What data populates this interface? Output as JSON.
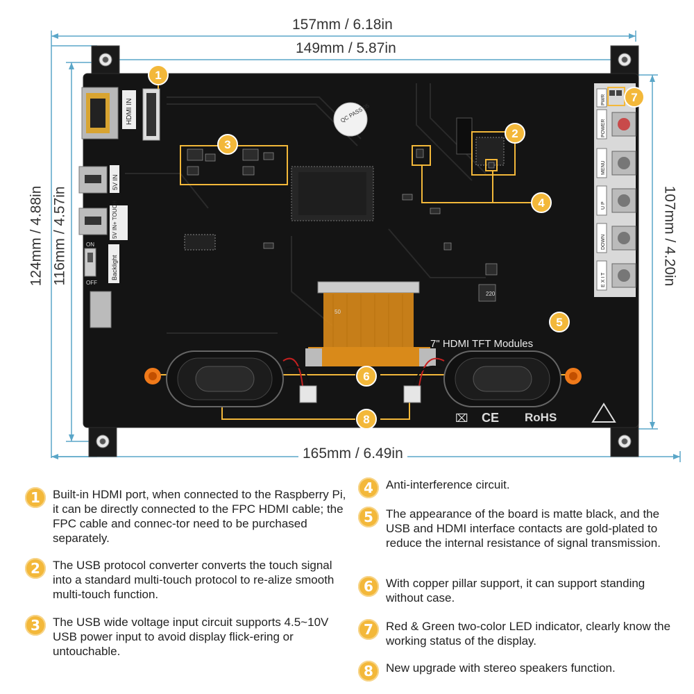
{
  "dimensions": {
    "width_outer": "157mm / 6.18in",
    "width_holes": "149mm / 5.87in",
    "width_bottom": "165mm / 6.49in",
    "height_outer": "124mm / 4.88in",
    "height_holes": "116mm / 4.57in",
    "height_right": "107mm / 4.20in"
  },
  "board": {
    "hdmi_in": "HDMI IN",
    "usb_5v_in": "5V IN",
    "usb_touch": "5V IN+ TOUCH",
    "switch_on": "ON",
    "switch_off": "OFF",
    "switch_label": "Backlight",
    "btn_pwr": "PWR",
    "btn_power": "POWER",
    "btn_menu": "MENU",
    "btn_up": "U P",
    "btn_down": "DOWN",
    "btn_exit": "E X I T",
    "module_label": "7\" HDMI TFT Modules",
    "rohs": "RoHS",
    "qc": "QC PASS 05",
    "fpc_50": "50",
    "inductor": "220"
  },
  "callouts": [
    "1",
    "2",
    "3",
    "4",
    "5",
    "6",
    "7",
    "8"
  ],
  "legend": [
    {
      "num": "1",
      "text": "Built-in HDMI port, when connected to the Raspberry Pi, it can be directly connected to the FPC HDMI cable; the FPC cable and connec-tor need to be purchased separately."
    },
    {
      "num": "2",
      "text": "The USB protocol converter converts the touch signal into a standard multi-touch protocol to re-alize smooth multi-touch function."
    },
    {
      "num": "3",
      "text": "The USB wide voltage input circuit supports 4.5~10V USB power input to avoid display flick-ering or untouchable."
    },
    {
      "num": "4",
      "text": "Anti-interference circuit."
    },
    {
      "num": "5",
      "text": "The appearance of the board is matte black, and the USB and HDMI interface contacts are gold-plated to reduce the internal resistance of signal transmission."
    },
    {
      "num": "6",
      "text": "With copper pillar support, it can support standing without case."
    },
    {
      "num": "7",
      "text": "Red & Green two-color LED indicator, clearly know the working status of the display."
    },
    {
      "num": "8",
      "text": "New upgrade with stereo speakers function."
    }
  ],
  "colors": {
    "board": "#141414",
    "accent": "#f3b83a",
    "dimension_line": "#5aa6c8",
    "fpc": "#d98a1a"
  }
}
